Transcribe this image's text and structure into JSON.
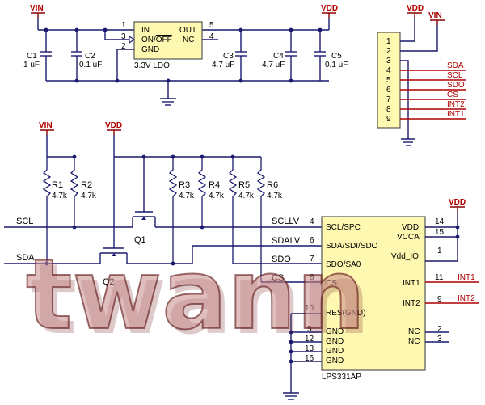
{
  "ldo": {
    "title": "3.3V LDO",
    "pins_left": [
      "IN",
      "ON/OFF",
      "GND"
    ],
    "pins_right": [
      "OUT",
      "NC"
    ],
    "pin_numbers": [
      "1",
      "3",
      "2",
      "5",
      "4"
    ]
  },
  "power": {
    "vin": "VIN",
    "vdd": "VDD"
  },
  "caps": [
    {
      "ref": "C1",
      "val": "1 uF"
    },
    {
      "ref": "C2",
      "val": "0.1 uF"
    },
    {
      "ref": "C3",
      "val": "4.7 uF"
    },
    {
      "ref": "C4",
      "val": "4.7 uF"
    },
    {
      "ref": "C5",
      "val": "0.1 uF"
    }
  ],
  "header": {
    "pins": [
      "1",
      "2",
      "3",
      "4",
      "5",
      "6",
      "7",
      "8",
      "9"
    ],
    "nets": [
      "SDA",
      "SCL",
      "SDO",
      "CS",
      "INT2",
      "INT1"
    ]
  },
  "resistors": [
    {
      "ref": "R1",
      "val": "4.7k"
    },
    {
      "ref": "R2",
      "val": "4.7k"
    },
    {
      "ref": "R3",
      "val": "4.7k"
    },
    {
      "ref": "R4",
      "val": "4.7k"
    },
    {
      "ref": "R5",
      "val": "4.7k"
    },
    {
      "ref": "R6",
      "val": "4.7k"
    }
  ],
  "transistors": [
    "Q1",
    "Q2"
  ],
  "nets_left": [
    "SCL",
    "SDA"
  ],
  "nets_mid": [
    "SCLLV",
    "SDALV",
    "SDO",
    "CS"
  ],
  "sensor": {
    "name": "LPS331AP",
    "pins_left": [
      "SCL/SPC",
      "SDA/SDI/SDO",
      "SDO/SA0",
      "CS",
      "RES(GND)",
      "GND",
      "GND",
      "GND",
      "GND"
    ],
    "pin_numbers_left": [
      "4",
      "6",
      "7",
      "8",
      "10",
      "5",
      "12",
      "13",
      "16"
    ],
    "pins_right": [
      "VDD",
      "VCCA",
      "Vdd_IO",
      "INT1",
      "INT2",
      "NC",
      "NC"
    ],
    "pin_numbers_right": [
      "14",
      "15",
      "1",
      "11",
      "9",
      "2",
      "3"
    ],
    "net_int1": "INT1",
    "net_int2": "INT2"
  },
  "watermark": "twann"
}
